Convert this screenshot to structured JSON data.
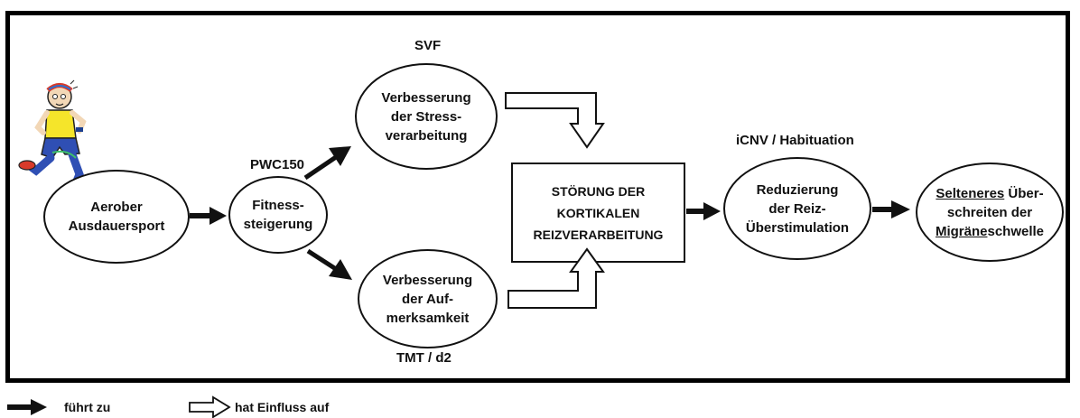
{
  "labels": {
    "svf": "SVF",
    "pwc": "PWC150",
    "icnv": "iCNV / Habituation",
    "tmt": "TMT / d2"
  },
  "nodes": {
    "aerober": [
      "Aerober",
      "Ausdauersport"
    ],
    "fitness": [
      "Fitness-",
      "steigerung"
    ],
    "stress": [
      "Verbesserung",
      "der Stress-",
      "verarbeitung"
    ],
    "aufmerk": [
      "Verbesserung",
      "der Auf-",
      "merksamkeit"
    ],
    "reiz": [
      "Reduzierung",
      "der Reiz-",
      "Überstimulation"
    ],
    "selten": {
      "l1_u": "Selteneres",
      "l1_rest": " Über-",
      "l2": "schreiten der",
      "l3_u": "Migräne",
      "l3_rest": "schwelle"
    }
  },
  "center_box": [
    "STÖRUNG DER",
    "KORTIKALEN",
    "REIZVERARBEITUNG"
  ],
  "legend": {
    "leads_to": "führt zu",
    "influences": "hat Einfluss auf"
  }
}
